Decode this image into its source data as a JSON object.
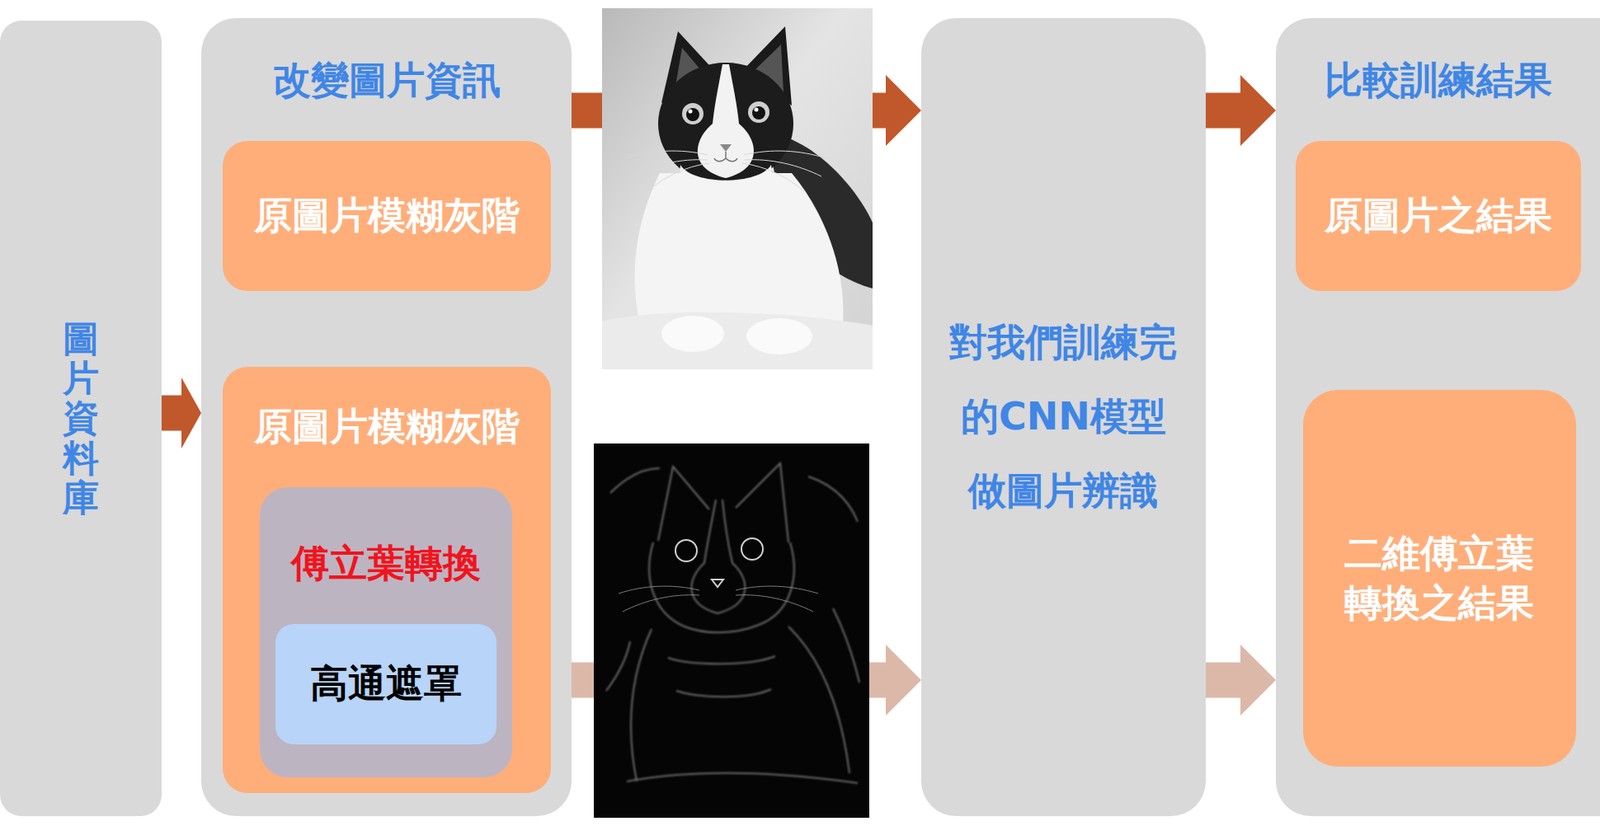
{
  "diagram": {
    "nodes": [
      {
        "text": [
          "圖片資料庫"
        ]
      },
      {
        "text": [
          "改變圖片資訊"
        ]
      },
      {
        "text": [
          "原圖片模糊灰階"
        ],
        "in": 1
      },
      {
        "text": [
          "原圖片模糊灰階"
        ],
        "in": 1
      },
      {
        "text": [
          "傅立葉轉換"
        ],
        "in": 3
      },
      {
        "text": [
          "高通遮罩"
        ],
        "in": 4
      },
      {
        "text": [
          "對我們訓練完 的CNN模型 做圖片辨識"
        ]
      },
      {
        "text": [
          "比較訓練結果"
        ]
      },
      {
        "text": [
          "原圖片之結果"
        ],
        "in": 7
      },
      {
        "text": [
          "二維傅立葉 轉換之結果"
        ],
        "in": 7
      }
    ],
    "edges": [
      {
        "from": 0,
        "to": 1,
        "arrow": "to"
      },
      {
        "from": 1,
        "to": 6,
        "arrow": "to"
      },
      {
        "from": 1,
        "to": 6,
        "arrow": "to"
      },
      {
        "from": 6,
        "to": 7,
        "arrow": "to"
      },
      {
        "from": 6,
        "to": 7,
        "arrow": "to"
      }
    ]
  }
}
